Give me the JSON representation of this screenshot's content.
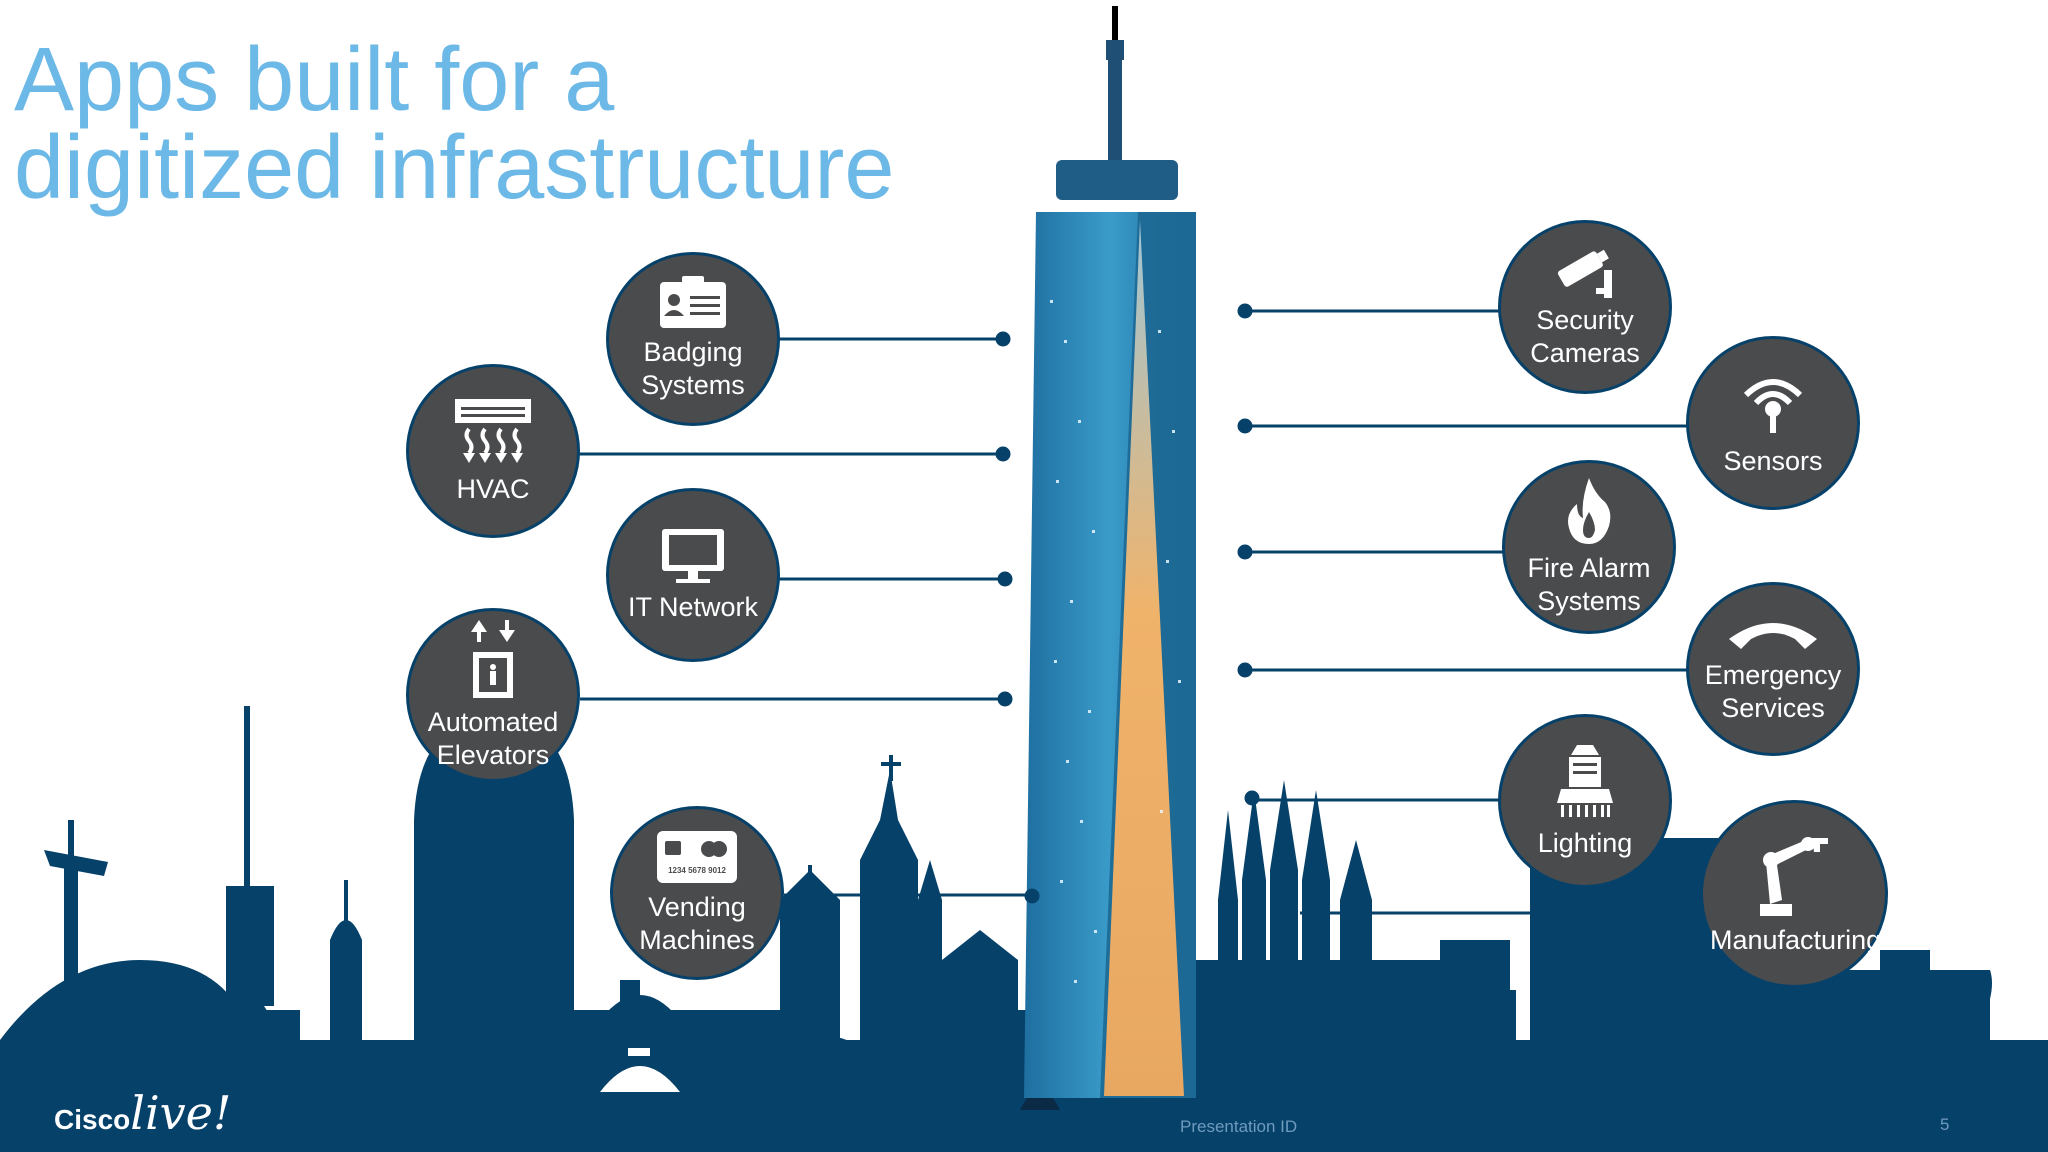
{
  "slide": {
    "title_line1": "Apps built for a",
    "title_line2": "digitized infrastructure",
    "presentation_id": "Presentation ID",
    "page_number": "5",
    "logo_text": "Cisco",
    "logo_script": "live!"
  },
  "apps": [
    {
      "label": "Badging Systems",
      "icon": "badge-id-icon"
    },
    {
      "label": "HVAC",
      "icon": "hvac-icon"
    },
    {
      "label": "IT Network",
      "icon": "monitor-icon"
    },
    {
      "label": "Automated Elevators",
      "icon": "elevator-icon"
    },
    {
      "label": "Vending Machines",
      "icon": "credit-card-icon",
      "card_text": "1234 5678 9012"
    },
    {
      "label": "Security Cameras",
      "icon": "security-camera-icon"
    },
    {
      "label": "Sensors",
      "icon": "wifi-sensor-icon"
    },
    {
      "label": "Fire Alarm Systems",
      "icon": "flame-icon"
    },
    {
      "label": "Emergency Services",
      "icon": "telephone-icon"
    },
    {
      "label": "Lighting",
      "icon": "lamp-icon"
    },
    {
      "label": "Manufacturing",
      "icon": "robot-arm-icon"
    }
  ],
  "colors": {
    "title": "#6cb8e6",
    "skyline": "#06416a",
    "bubble": "#4a4b4d",
    "tower_glass": "#2a86b5",
    "tower_glow": "#f2b266"
  }
}
